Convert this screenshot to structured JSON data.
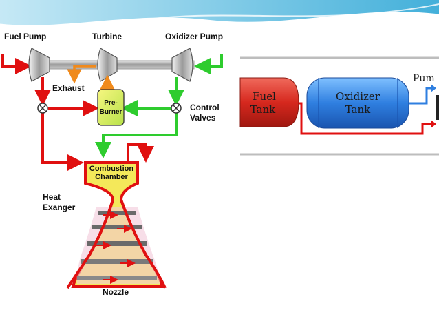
{
  "left_diagram": {
    "labels": {
      "fuel_pump": "Fuel Pump",
      "turbine": "Turbine",
      "oxidizer_pump": "Oxidizer Pump",
      "exhaust": "Exhaust",
      "pre_burner_1": "Pre-",
      "pre_burner_2": "Burner",
      "control_1": "Control",
      "control_2": "Valves",
      "combustion_1": "Combustion",
      "combustion_2": "Chamber",
      "heat_1": "Heat",
      "heat_2": "Exanger",
      "nozzle": "Nozzle"
    }
  },
  "right_diagram": {
    "labels": {
      "fuel_1": "Fuel",
      "fuel_2": "Tank",
      "oxidizer_1": "Oxidizer",
      "oxidizer_2": "Tank",
      "pump": "Pum"
    }
  },
  "colors": {
    "fuel_line": "#e01010",
    "oxidizer_line": "#2ecc2e",
    "exhaust_line": "#f08a1c",
    "fuel_tank": "#d6281e",
    "oxidizer_tank": "#2f7fe0",
    "chamber": "#f4e85a",
    "accent_wave": "#4fb9dd"
  }
}
